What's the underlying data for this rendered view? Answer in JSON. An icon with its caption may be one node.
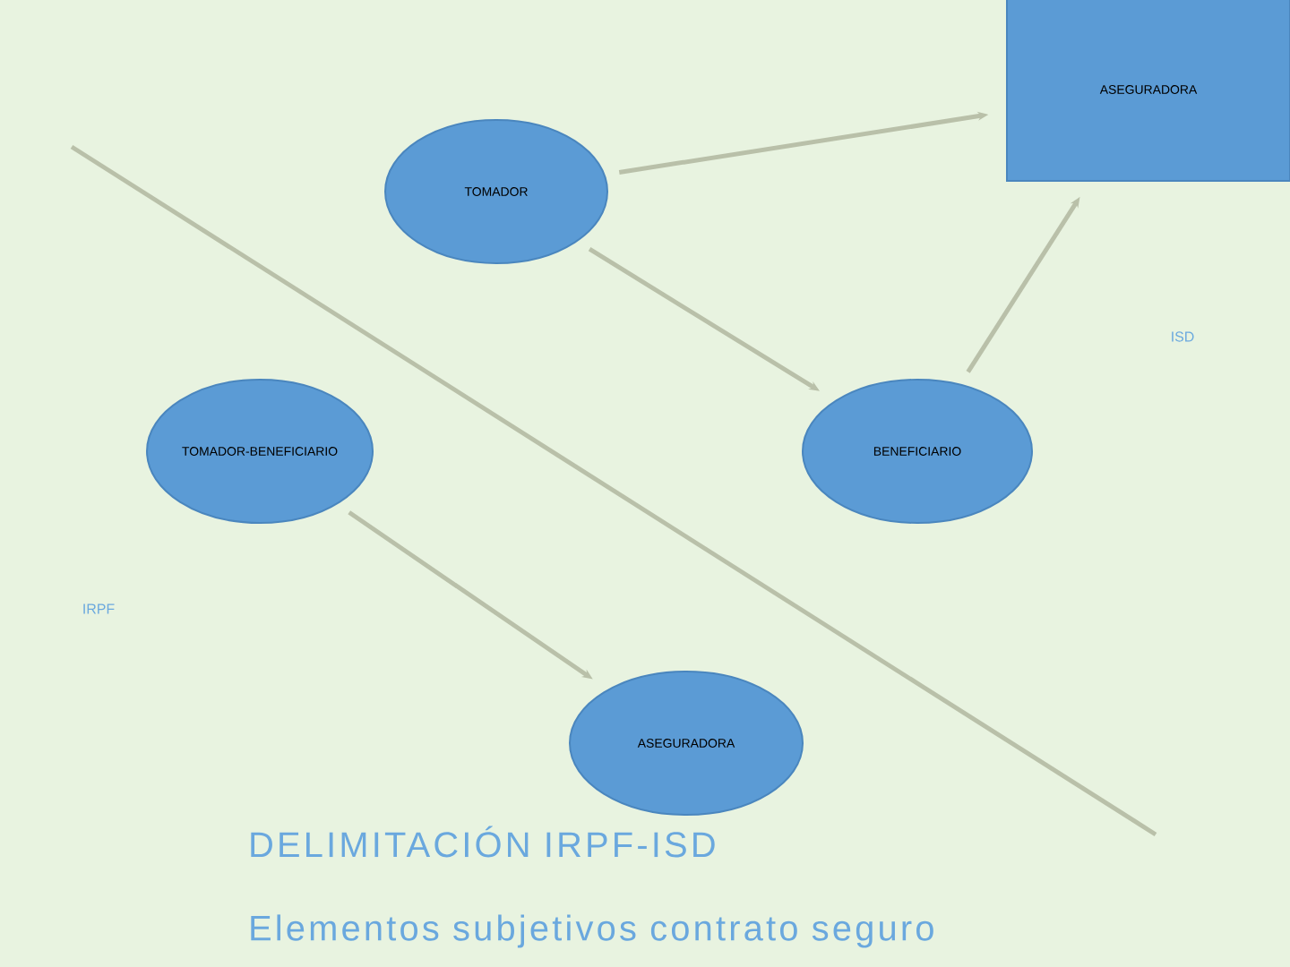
{
  "diagram": {
    "title": "DELIMITACIÓN IRPF-ISD",
    "caption": "Elementos subjetivos contrato seguro",
    "nodes": [
      {
        "text": [
          "TOMADOR"
        ]
      },
      {
        "text": [
          "ASEGURADORA"
        ]
      },
      {
        "text": [
          "BENEFICIARIO"
        ]
      },
      {
        "text": [
          "TOMADOR-BENEFICIARIO"
        ]
      },
      {
        "text": [
          "ASEGURADORA"
        ]
      }
    ],
    "edges": [
      {
        "from": 0,
        "to": 1,
        "arrow": "to"
      },
      {
        "from": 0,
        "to": 2,
        "arrow": "to"
      },
      {
        "from": 2,
        "to": 1,
        "arrow": "to"
      },
      {
        "from": 3,
        "to": 4,
        "arrow": "to"
      }
    ],
    "labels": [
      "ISD",
      "IRPF"
    ]
  }
}
